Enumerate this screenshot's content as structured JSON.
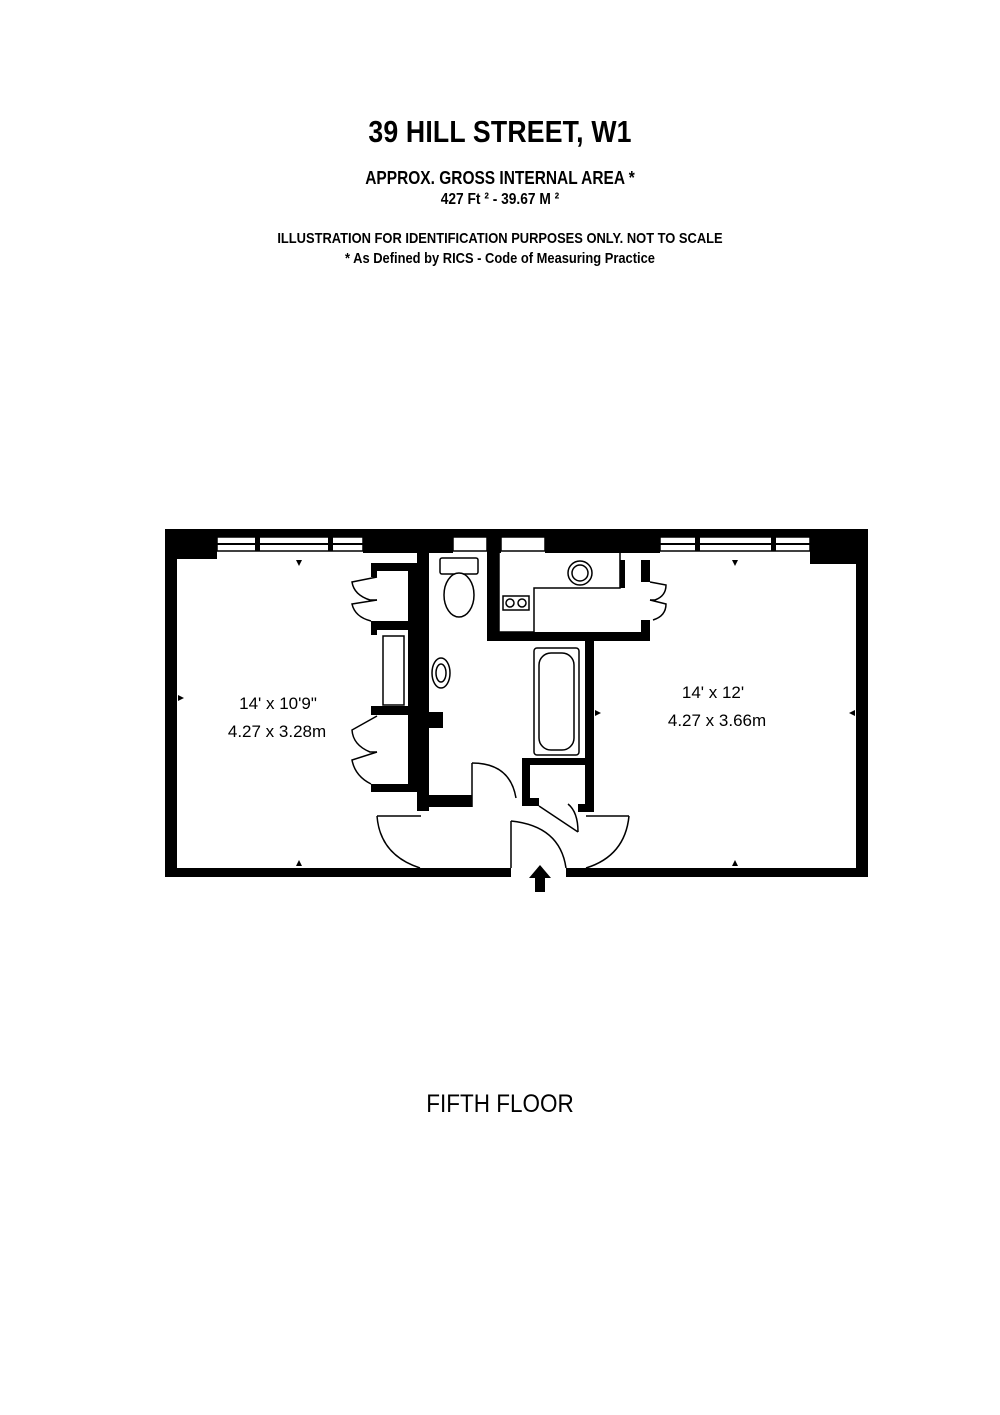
{
  "header": {
    "title": "39 HILL STREET, W1",
    "area_label": "APPROX. GROSS INTERNAL  AREA *",
    "area_value": "427 Ft ²  -  39.67 M ²",
    "disclaimer": "ILLUSTRATION FOR IDENTIFICATION PURPOSES ONLY. NOT TO SCALE",
    "rics_note": "* As Defined by RICS - Code of Measuring Practice"
  },
  "rooms": [
    {
      "imperial": "14' x 10'9\"",
      "metric": "4.27 x 3.28m"
    },
    {
      "imperial": "14' x 12'",
      "metric": "4.27 x 3.66m"
    }
  ],
  "floor_name": "FIFTH FLOOR",
  "colors": {
    "wall": "#000000",
    "background": "#ffffff"
  }
}
